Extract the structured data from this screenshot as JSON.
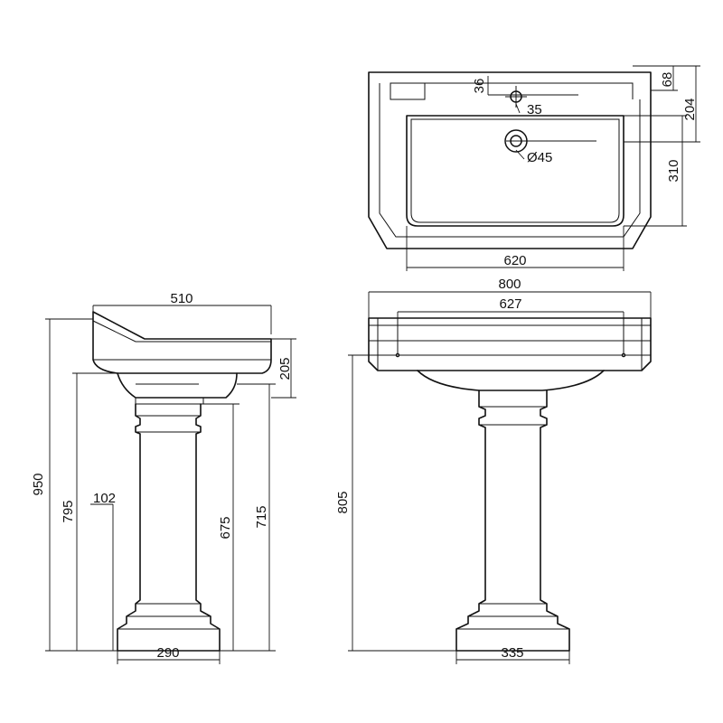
{
  "views": {
    "plan": {
      "depth_total": "204",
      "rim_back": "68",
      "tap_to_back": "36",
      "tap_hole_to_waste": "35",
      "waste_diameter": "Ø45",
      "bowl_depth": "310",
      "bowl_width": "620"
    },
    "side": {
      "depth": "510",
      "height_total": "950",
      "basin_height": "205",
      "pedestal_to_front": "795",
      "trap_height": "102",
      "pedestal_height": "675",
      "underside_height": "715",
      "base_width": "290"
    },
    "front": {
      "width": "800",
      "fixing_centres": "627",
      "rim_height": "805",
      "base_width": "335"
    }
  }
}
